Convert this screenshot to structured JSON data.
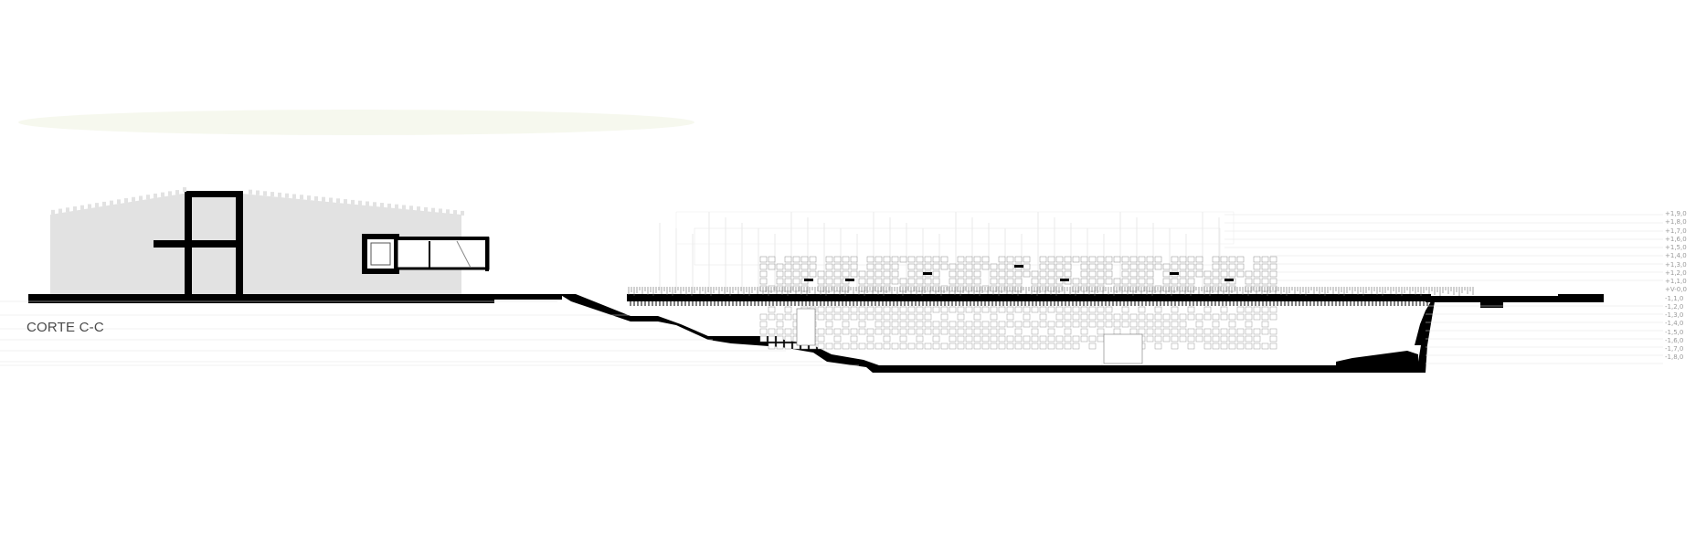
{
  "section": {
    "title": "CORTE C-C"
  },
  "levels": [
    "+1,9,0",
    "+1,8,0",
    "+1,7,0",
    "+1,6,0",
    "+1,5,0",
    "+1,4,0",
    "+1,3,0",
    "+1,2,0",
    "+1,1,0",
    "+V-0,0",
    "-1,1,0",
    "-1,2,0",
    "-1,3,0",
    "-1,4,0",
    "-1,5,0",
    "-1,6,0",
    "-1,7,0",
    "-1,8,0"
  ],
  "colors": {
    "cut": "#000000",
    "elevation_fill": "#e2e2e2",
    "fine_line": "#c8c8c8",
    "label": "#9a9a9a",
    "sky_haze": "#f4f6ea"
  }
}
